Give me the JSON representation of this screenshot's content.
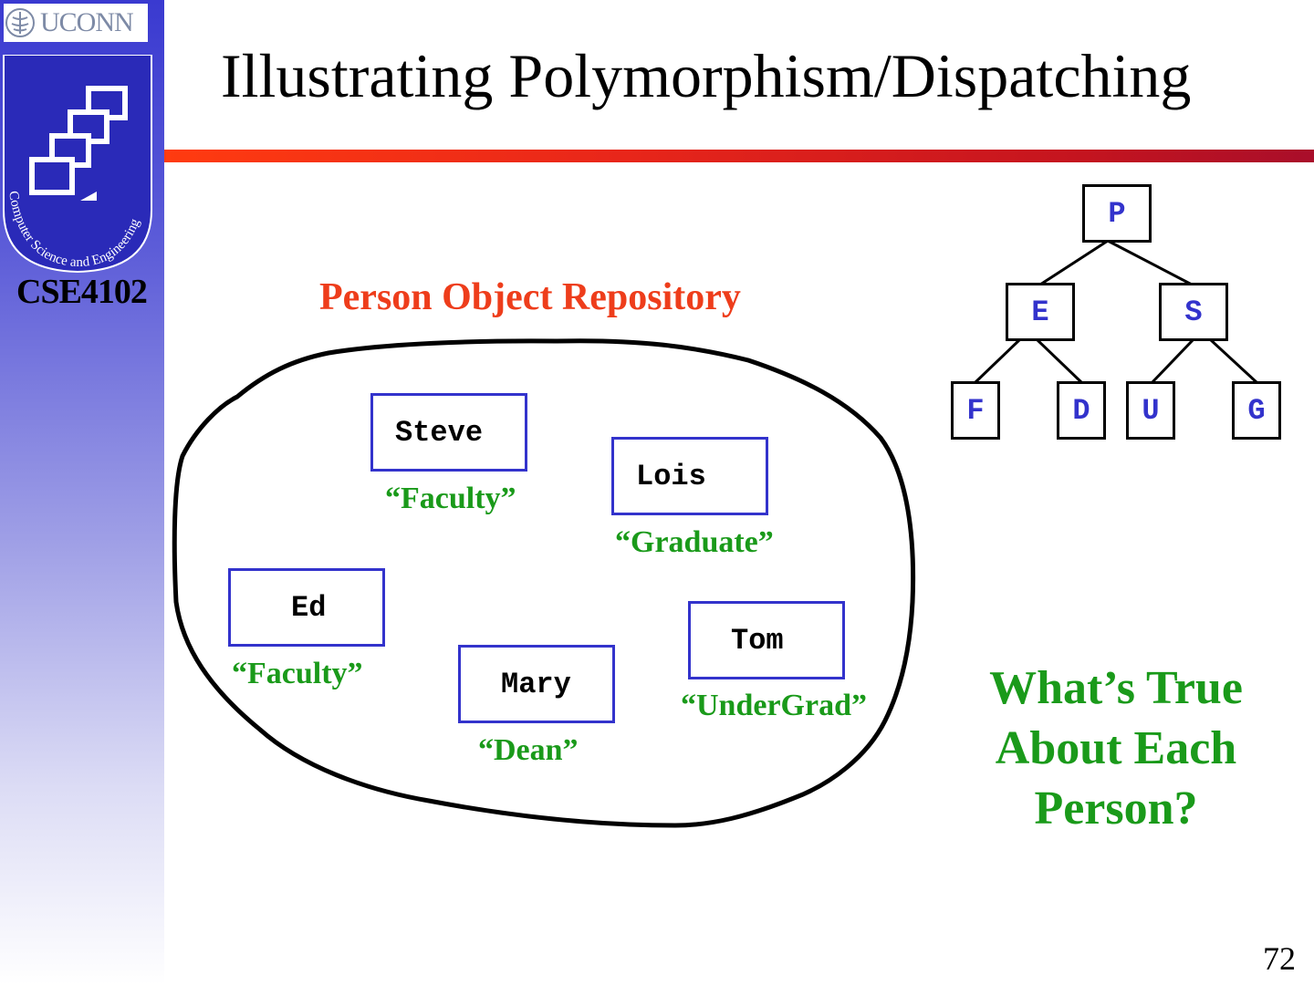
{
  "sidebar": {
    "university_logo_text": "UCONN",
    "department_logo_text": "Computer Science and Engineering",
    "course_code": "CSE4102"
  },
  "slide": {
    "title": "Illustrating Polymorphism/Dispatching",
    "repository_title": "Person Object Repository",
    "question": "What’s True About Each Person?",
    "page_number": "72"
  },
  "persons": [
    {
      "name": "Steve",
      "role": "“Faculty”"
    },
    {
      "name": "Lois",
      "role": "“Graduate”"
    },
    {
      "name": "Ed",
      "role": "“Faculty”"
    },
    {
      "name": "Mary",
      "role": "“Dean”"
    },
    {
      "name": "Tom",
      "role": "“UnderGrad”"
    }
  ],
  "hierarchy": {
    "root": "P",
    "level1": [
      "E",
      "S"
    ],
    "level2": [
      "F",
      "D",
      "U",
      "G"
    ]
  },
  "colors": {
    "title_accent": "#ee3d1b",
    "role_green": "#1a9a1a",
    "box_blue": "#3333cc",
    "sidebar_blue": "#3a3ad0"
  }
}
